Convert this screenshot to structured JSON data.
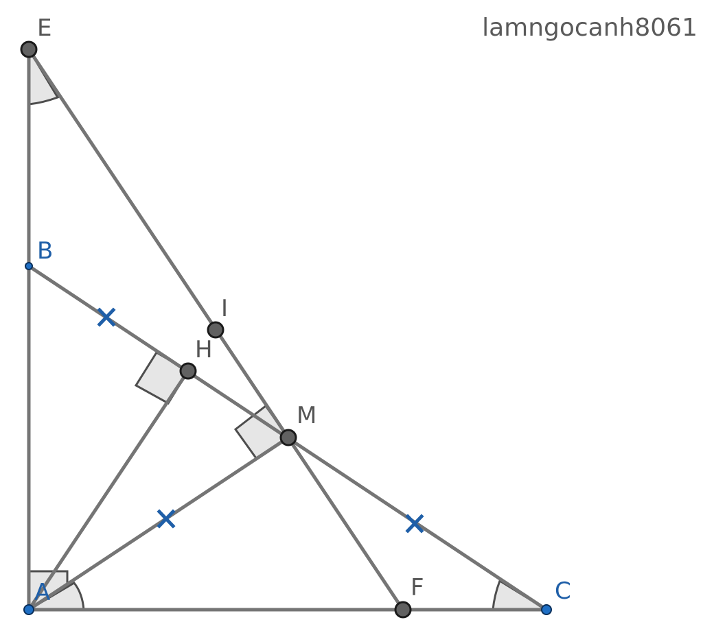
{
  "watermark": "lamngocanh8061",
  "colors": {
    "segment": "#757575",
    "angle_fill": "#e6e6e6",
    "tick": "#1f5fa8",
    "label_dark": "#555555",
    "label_blue": "#1f5fa8"
  },
  "points": {
    "E": {
      "label": "E",
      "style": "dark"
    },
    "B": {
      "label": "B",
      "style": "blue"
    },
    "I": {
      "label": "I",
      "style": "dark"
    },
    "H": {
      "label": "H",
      "style": "dark"
    },
    "M": {
      "label": "M",
      "style": "dark"
    },
    "A": {
      "label": "A",
      "style": "blue"
    },
    "F": {
      "label": "F",
      "style": "dark"
    },
    "C": {
      "label": "C",
      "style": "blue"
    }
  },
  "segments": [
    [
      "A",
      "E"
    ],
    [
      "A",
      "C"
    ],
    [
      "B",
      "C"
    ],
    [
      "E",
      "F"
    ],
    [
      "A",
      "H"
    ],
    [
      "A",
      "M"
    ]
  ],
  "right_angles": [
    "A",
    "H",
    "M"
  ],
  "angle_arcs": [
    "E",
    "A",
    "C"
  ],
  "equal_ticks": [
    "BM",
    "MC",
    "AM"
  ]
}
